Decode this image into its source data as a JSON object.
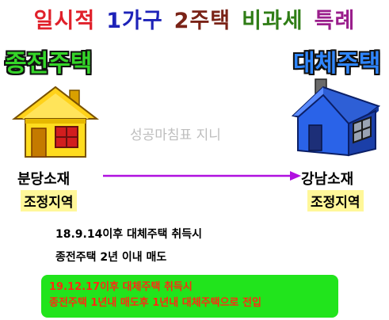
{
  "title": {
    "part1": "일시적",
    "part2": "1가구",
    "part3": "2주택",
    "part4": "비과세",
    "part5": "특례"
  },
  "left": {
    "heading": "종전주택",
    "place": "분당소재",
    "zone": "조정지역"
  },
  "right": {
    "heading": "대체주택",
    "place": "강남소재",
    "zone": "조정지역"
  },
  "watermark": "성공마침표  지니",
  "conditions": {
    "line1": "18.9.14이후  대체주택  취득시",
    "line2": "종전주택  2년  이내  매도"
  },
  "box": {
    "line1": "19.12.17이후  대체주택  취득시",
    "line2": "종전주택  1년내  매도후  1년내  대체주택으로  전입"
  },
  "colors": {
    "title_red": "#e0202a",
    "title_blue": "#1d22b8",
    "title_brown": "#7a2317",
    "title_green": "#2f7d16",
    "title_purple": "#9a1e8c",
    "left_heading": "#35d629",
    "right_heading": "#2f86ff",
    "arrow": "#b010e0",
    "box_fill": "#21e41c",
    "box_text": "#ff2a12",
    "zone_highlight": "#fff799"
  }
}
